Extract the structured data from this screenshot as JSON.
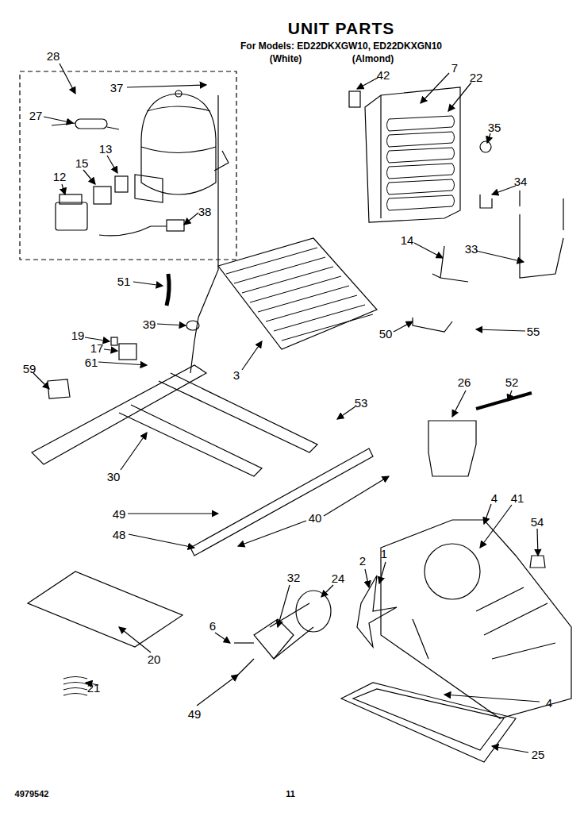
{
  "diagram": {
    "title": "UNIT PARTS",
    "labels": [
      "For Models: ED22DKXGW10, ED22DKXGN10",
      "(White)",
      "(Almond)",
      "28",
      "37",
      "27",
      "13",
      "15",
      "12",
      "38",
      "42",
      "7",
      "22",
      "35",
      "34",
      "14",
      "33",
      "51",
      "39",
      "19",
      "17",
      "61",
      "59",
      "3",
      "50",
      "55",
      "53",
      "26",
      "52",
      "30",
      "49",
      "40",
      "48",
      "4",
      "41",
      "54",
      "2",
      "1",
      "24",
      "32",
      "6",
      "20",
      "21",
      "49",
      "4",
      "25",
      "4979542",
      "11"
    ]
  }
}
